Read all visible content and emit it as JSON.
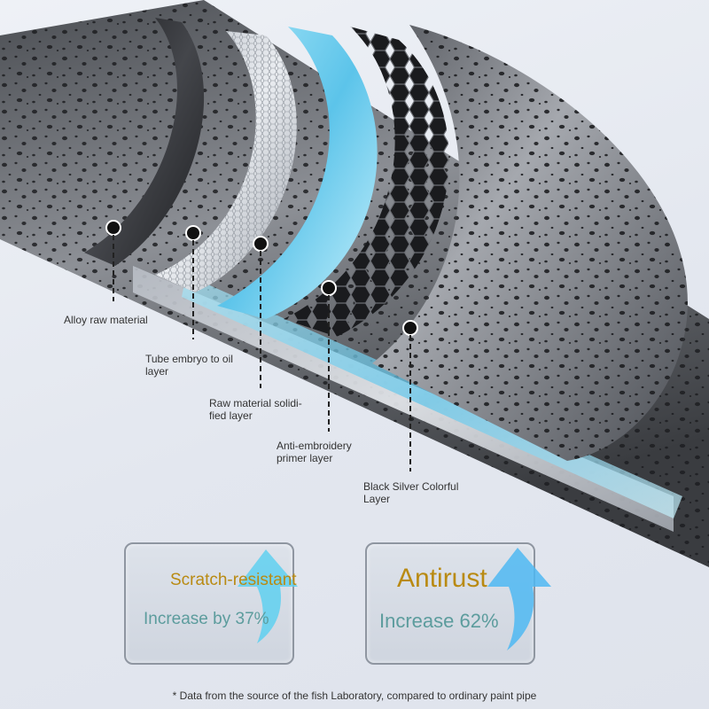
{
  "layers": [
    {
      "label": "Alloy raw material"
    },
    {
      "label": "Tube embryo to oil layer"
    },
    {
      "label": "Raw material solidi-fied layer"
    },
    {
      "label": "Anti-embroidery primer layer"
    },
    {
      "label": "Black Silver Colorful Layer"
    }
  ],
  "cards": [
    {
      "title": "Scratch-resistant",
      "value": "Increase by 37%",
      "arrow_color": "#5fd0f0"
    },
    {
      "title": "Antirust",
      "value": "Increase 62%",
      "arrow_color": "#4fb8f2"
    }
  ],
  "footnote": "* Data from the source of the fish Laboratory, compared to ordinary paint pipe",
  "colors": {
    "title": "#b98a12",
    "value": "#5c9c9d",
    "cyan_layer": "#7fd3f0"
  }
}
